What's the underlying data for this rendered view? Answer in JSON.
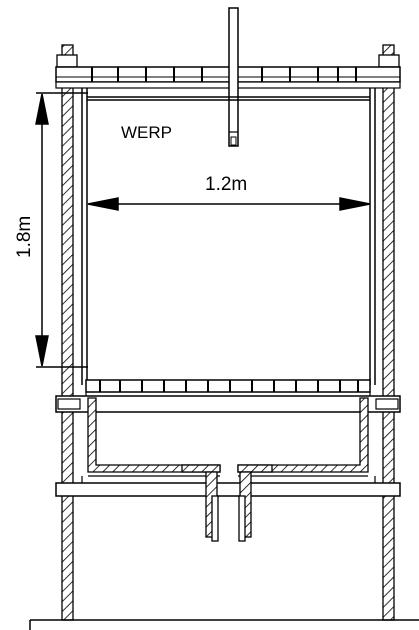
{
  "labels": {
    "tank_name": "WERP",
    "width_dimension": "1.2m",
    "height_dimension": "1.8m"
  },
  "colors": {
    "line": "#000000",
    "background": "#ffffff"
  }
}
